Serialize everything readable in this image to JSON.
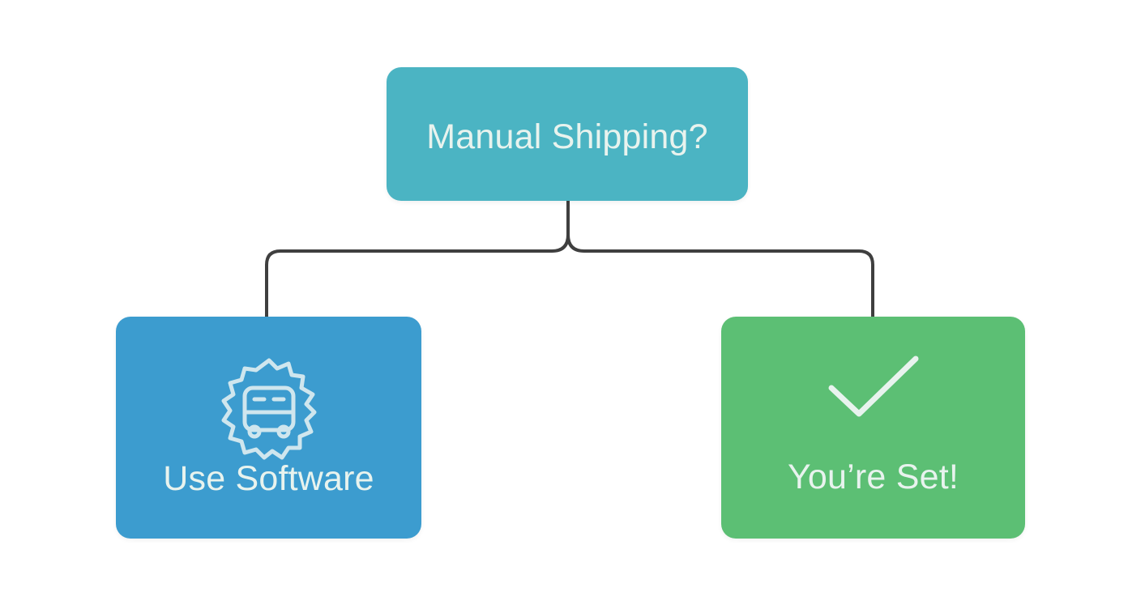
{
  "diagram": {
    "nodes": [
      {
        "id": "top",
        "label": "Manual Shipping?",
        "color": "#4bb4c3"
      },
      {
        "id": "left",
        "label": "Use Software",
        "color": "#3c9ccf",
        "icon": "gear-bus-icon"
      },
      {
        "id": "right",
        "label": "You’re Set!",
        "color": "#5cbf74",
        "icon": "checkmark-icon"
      }
    ],
    "edges": [
      {
        "from": "top",
        "to": "left"
      },
      {
        "from": "top",
        "to": "right"
      }
    ],
    "colors": {
      "connector": "#3f3f3f",
      "node_text": "#e8f3ee",
      "icon_stroke": "#cfe6ee"
    }
  }
}
